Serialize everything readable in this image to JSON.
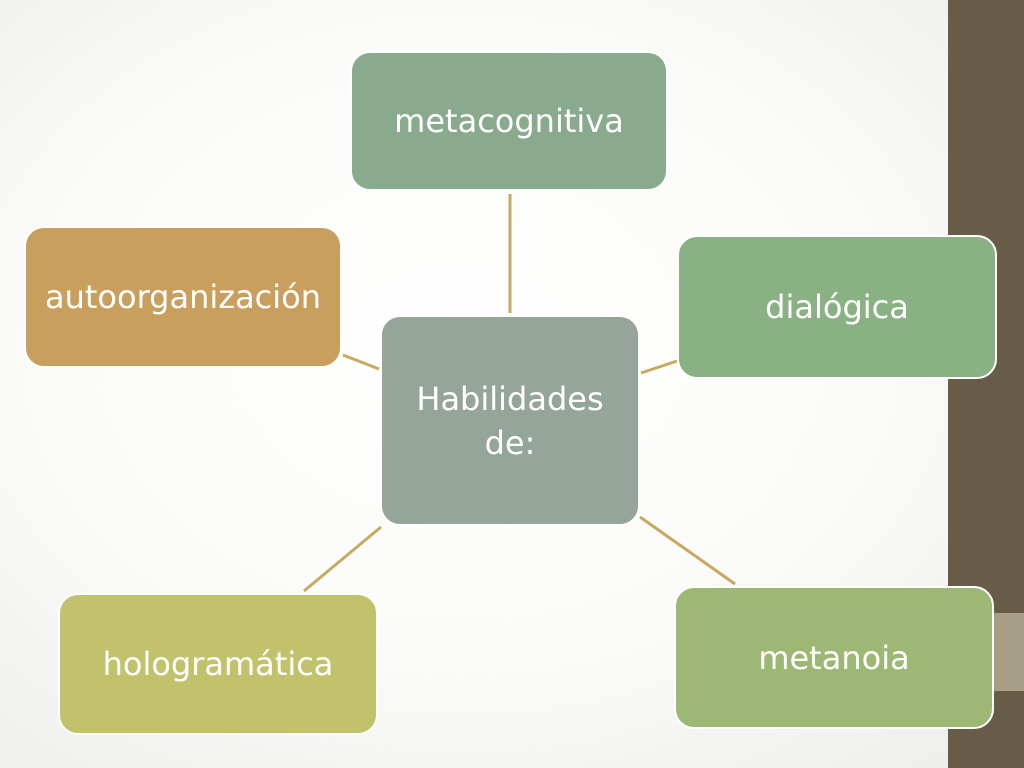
{
  "diagram": {
    "center": {
      "line1": "Habilidades",
      "line2": "de:"
    },
    "nodes": {
      "metacognitiva": "metacognitiva",
      "dialogica": "dialógica",
      "metanoia": "metanoia",
      "hologramatica": "hologramática",
      "autoorganizacion": "autoorganización"
    }
  },
  "colors": {
    "sidebar": "#675c48",
    "connector": "#c9a862",
    "center": "#95a59a",
    "metacognitiva": "#8aaa8d",
    "dialogica": "#8ab183",
    "metanoia": "#9db774",
    "hologramatica": "#c1c26b",
    "autoorganizacion": "#c89f5d"
  }
}
